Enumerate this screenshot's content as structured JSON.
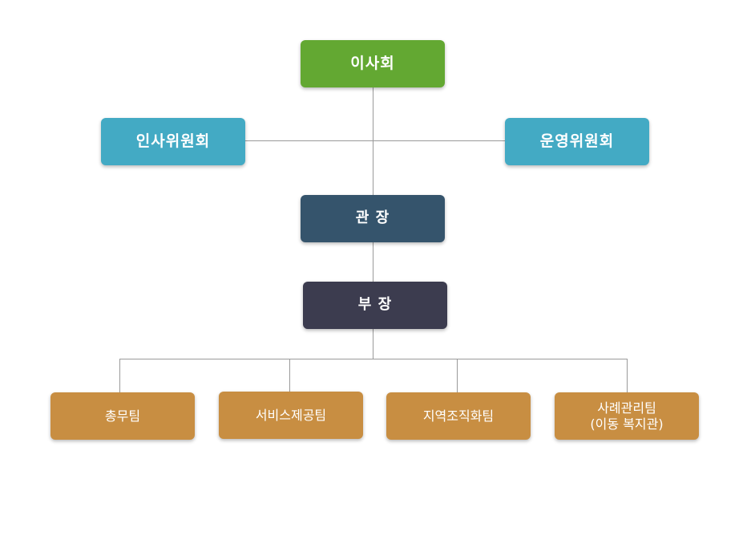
{
  "chart": {
    "board": "이사회",
    "personnel_committee": "인사위원회",
    "operating_committee": "운영위원회",
    "director": "관 장",
    "manager": "부 장",
    "teams": [
      "총무팀",
      "서비스제공팀",
      "지역조직화팀",
      "사례관리팀\n(이동 복지관)"
    ]
  },
  "colors": {
    "board": "#63a832",
    "committee": "#43aac4",
    "director": "#35546c",
    "manager": "#3c3c4f",
    "team": "#c88e42",
    "connector": "#9a9a9a"
  }
}
